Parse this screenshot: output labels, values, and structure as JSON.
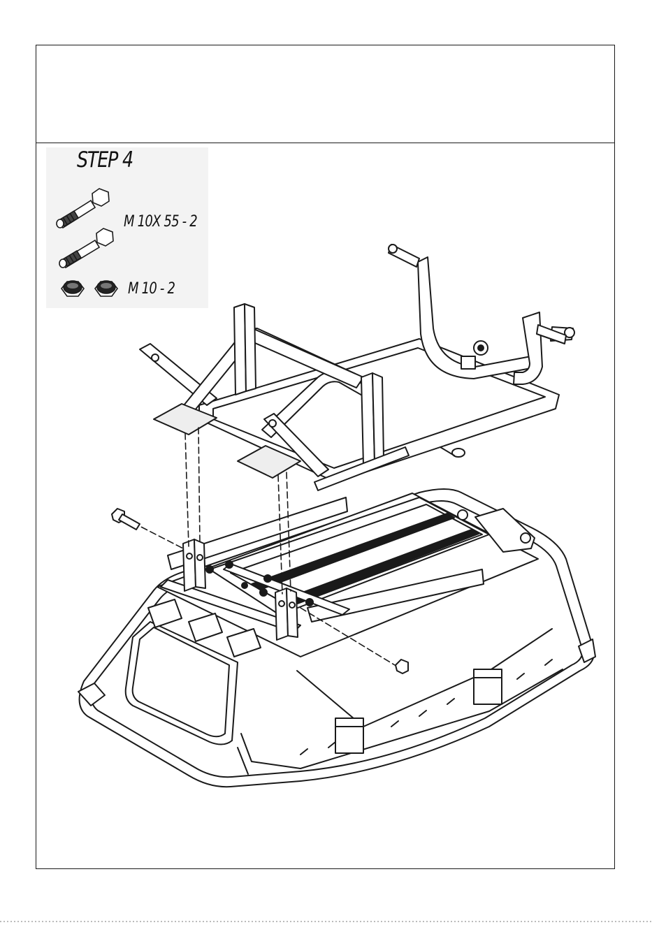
{
  "step": {
    "title": "STEP 4"
  },
  "parts": [
    {
      "icon": "hex-bolt-icon",
      "label": "M 10X 55 - 2"
    },
    {
      "icon": "lock-nut-icon",
      "label": "M 10 - 2"
    }
  ],
  "colors": {
    "line": "#1a1a1a",
    "panel": "#f3f3f3",
    "fill": "#ffffff"
  }
}
